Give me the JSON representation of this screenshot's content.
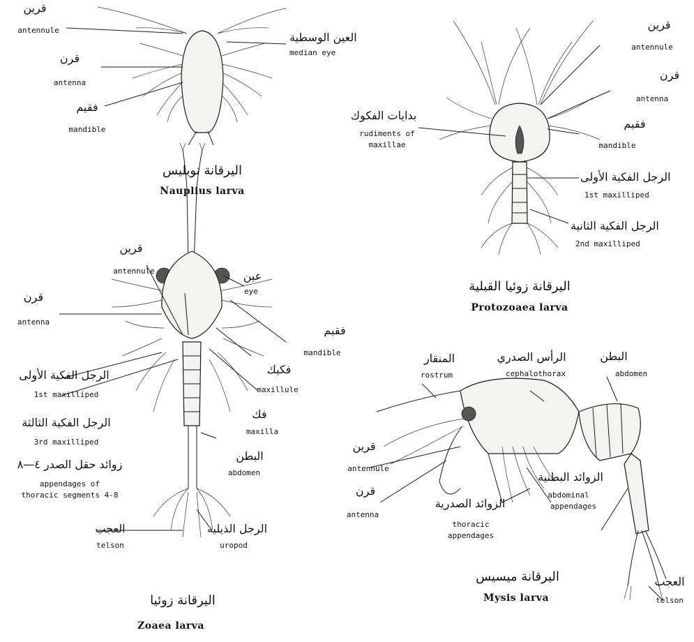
{
  "nauplius": {
    "antennule_ar": "قرين",
    "antennule_en": "antennule",
    "antenna_ar": "قرن",
    "antenna_en": "antenna",
    "mandible_ar": "فقيم",
    "mandible_en": "mandible",
    "median_eye_ar": "العين الوسطية",
    "median_eye_en": "median eye",
    "caption_ar": "اليرقانة نوبليس",
    "caption_en": "Nauplius larva"
  },
  "protozoaea": {
    "antennule_ar": "قرين",
    "antennule_en": "antennule",
    "antenna_ar": "قرن",
    "antenna_en": "antenna",
    "mandible_ar": "فقيم",
    "mandible_en": "mandible",
    "rudiments_ar": "بدايات الفكوك",
    "rudiments_en_1": "rudiments of",
    "rudiments_en_2": "maxillae",
    "first_maxilliped_ar": "الرجل الفكية الأولى",
    "first_maxilliped_en": "1st maxilliped",
    "second_maxilliped_ar": "الرجل الفكية الثانية",
    "second_maxilliped_en": "2nd maxilliped",
    "caption_ar": "اليرقانة زوئيا القبلية",
    "caption_en": "Protozoaea larva"
  },
  "zoaea": {
    "antennule_ar": "قرين",
    "antennule_en": "antennule",
    "antenna_ar": "قرن",
    "antenna_en": "antenna",
    "eye_ar": "عين",
    "eye_en": "eye",
    "mandible_ar": "فقيم",
    "mandible_en": "mandible",
    "maxillule_ar": "فكيك",
    "maxillule_en": "maxillule",
    "maxilla_ar": "فك",
    "maxilla_en": "maxilla",
    "first_maxilliped_ar": "الرجل الفكية الأولى",
    "first_maxilliped_en": "1st maxilliped",
    "third_maxilliped_ar": "الرجل الفكية الثالثة",
    "third_maxilliped_en": "3rd maxilliped",
    "appendages_ar": "زوائد حقل الصدر ٤—٨",
    "appendages_en_1": "appendages of",
    "appendages_en_2": "thoracic segments 4-8",
    "abdomen_ar": "البطن",
    "abdomen_en": "abdomen",
    "telson_ar": "العجب",
    "telson_en": "telson",
    "uropod_ar": "الرجل الذيلية",
    "uropod_en": "uropod",
    "caption_ar": "اليرقانة زوئيا",
    "caption_en": "Zoaea larva"
  },
  "mysis": {
    "rostrum_ar": "المنقار",
    "rostrum_en": "rostrum",
    "cephalothorax_ar": "الرأس الصدري",
    "cephalothorax_en": "cephalothorax",
    "abdomen_ar": "البطن",
    "abdomen_en": "abdomen",
    "antennule_ar": "قرين",
    "antennule_en": "antennule",
    "antenna_ar": "قرن",
    "antenna_en": "antenna",
    "thoracic_ar": "الزوائد الصدرية",
    "thoracic_en_1": "thoracic",
    "thoracic_en_2": "appendages",
    "abdominal_ar": "الزوائد البطنية",
    "abdominal_en_1": "abdominal",
    "abdominal_en_2": "appendages",
    "telson_ar": "العجب",
    "telson_en": "telson",
    "caption_ar": "اليرقانة ميسيس",
    "caption_en": "Mysis larva"
  }
}
